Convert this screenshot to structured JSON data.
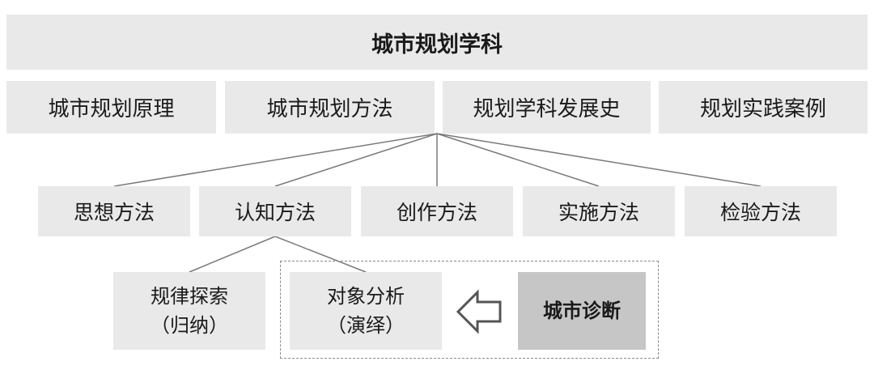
{
  "colors": {
    "box_fill": "#e9e9e9",
    "highlight_fill": "#c6c6c6",
    "line": "#7a7a7a",
    "text": "#1a1a1a"
  },
  "root": {
    "label": "城市规划学科"
  },
  "branches": [
    {
      "label": "城市规划原理"
    },
    {
      "label": "城市规划方法"
    },
    {
      "label": "规划学科发展史"
    },
    {
      "label": "规划实践案例"
    }
  ],
  "methods": [
    {
      "label": "思想方法"
    },
    {
      "label": "认知方法"
    },
    {
      "label": "创作方法"
    },
    {
      "label": "实施方法"
    },
    {
      "label": "检验方法"
    }
  ],
  "cognition": {
    "law_exploration": {
      "line1": "规律探索",
      "line2": "（归纳）"
    },
    "object_analysis": {
      "line1": "对象分析",
      "line2": "（演绎）"
    },
    "urban_diagnosis": {
      "label": "城市诊断"
    }
  },
  "icons": {
    "arrow": "hollow-left-arrow-icon"
  }
}
